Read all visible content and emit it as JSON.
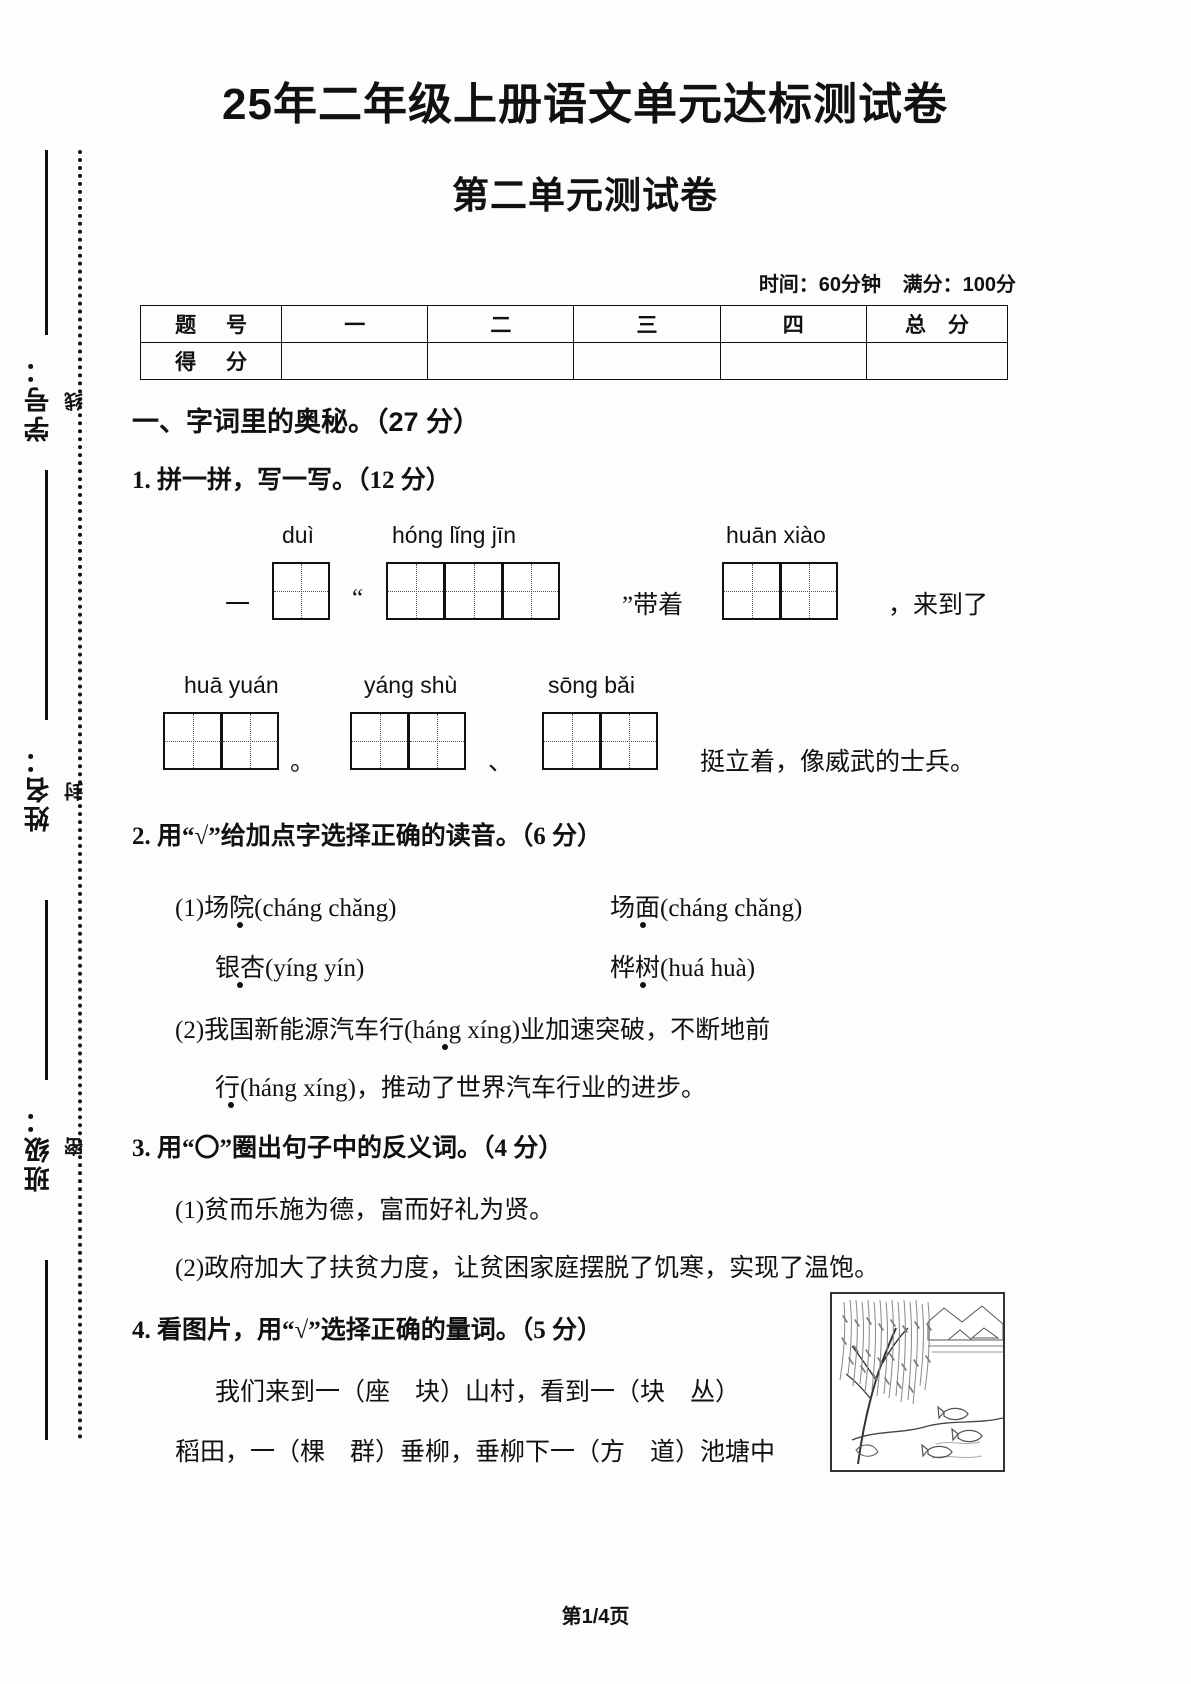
{
  "header": {
    "title": "25年二年级上册语文单元达标测试卷",
    "subtitle": "第二单元测试卷",
    "time_label": "时间：60分钟",
    "total_label": "满分：100分"
  },
  "score_table": {
    "row_label_1": "题 号",
    "row_label_2": "得 分",
    "columns": [
      "一",
      "二",
      "三",
      "四",
      "总 分"
    ]
  },
  "sidebar": {
    "fields": [
      "学号：",
      "姓名：",
      "班级："
    ],
    "seal_words": [
      "线",
      "封",
      "密"
    ]
  },
  "section": {
    "heading": "一、字词里的奥秘。（27 分）"
  },
  "q1": {
    "heading": "1. 拼一拼，写一写。（12 分）",
    "row1": {
      "pinyin": [
        "duì",
        "hóng lǐng jīn",
        "huān xiào"
      ],
      "lead": "一",
      "open_quote": "“",
      "close_quote": "”带着",
      "tail": "，来到了",
      "box_counts": [
        1,
        3,
        2
      ]
    },
    "row2": {
      "pinyin": [
        "huā yuán",
        "yáng shù",
        "sōng bǎi"
      ],
      "sep1": "。",
      "sep2": "、",
      "tail": "挺立着，像威武的士兵。",
      "box_counts": [
        2,
        2,
        2
      ]
    }
  },
  "q2": {
    "heading": "2. 用“√”给加点字选择正确的读音。（6 分）",
    "items": [
      {
        "num": "(1)",
        "left": "场院(cháng  chǎng)",
        "right": "场面(cháng  chǎng)"
      },
      {
        "num": "",
        "left": "银杏(yíng  yín)",
        "right": "桦树(huá  huà)"
      }
    ],
    "item2_line1": "(2)我国新能源汽车行(háng  xíng)业加速突破，不断地前",
    "item2_line2": "行(háng  xíng)，推动了世界汽车行业的进步。"
  },
  "q3": {
    "heading": "3. 用“〇”圈出句子中的反义词。（4 分）",
    "lines": [
      "(1)贫而乐施为德，富而好礼为贤。",
      "(2)政府加大了扶贫力度，让贫困家庭摆脱了饥寒，实现了温饱。"
    ]
  },
  "q4": {
    "heading": "4. 看图片，用“√”选择正确的量词。（5 分）",
    "line1": "我们来到一（座　块）山村，看到一（块　丛）",
    "line2": "稻田，一（棵　群）垂柳，垂柳下一（方　道）池塘中",
    "image_name": "willow-pond-illustration"
  },
  "footer": {
    "page": "第1/4页"
  }
}
